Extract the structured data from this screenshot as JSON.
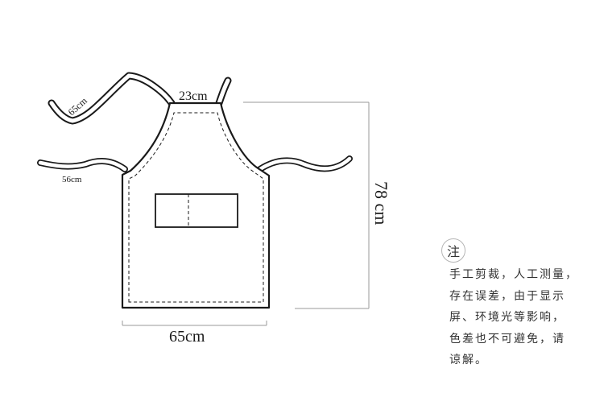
{
  "diagram": {
    "neck_strap_label": "65cm",
    "neck_width_label": "23cm",
    "waist_tie_label": "56cm",
    "bottom_width_label": "65cm",
    "height_label": "78 cm",
    "line_color": "#1a1a1a",
    "dim_line_color": "#9a9a9a"
  },
  "note": {
    "badge": "注",
    "lines": [
      "手工剪裁，人工测量，",
      "存在误差，由于显示",
      "屏、环境光等影响，",
      "色差也不可避免，请",
      "谅解。"
    ]
  }
}
